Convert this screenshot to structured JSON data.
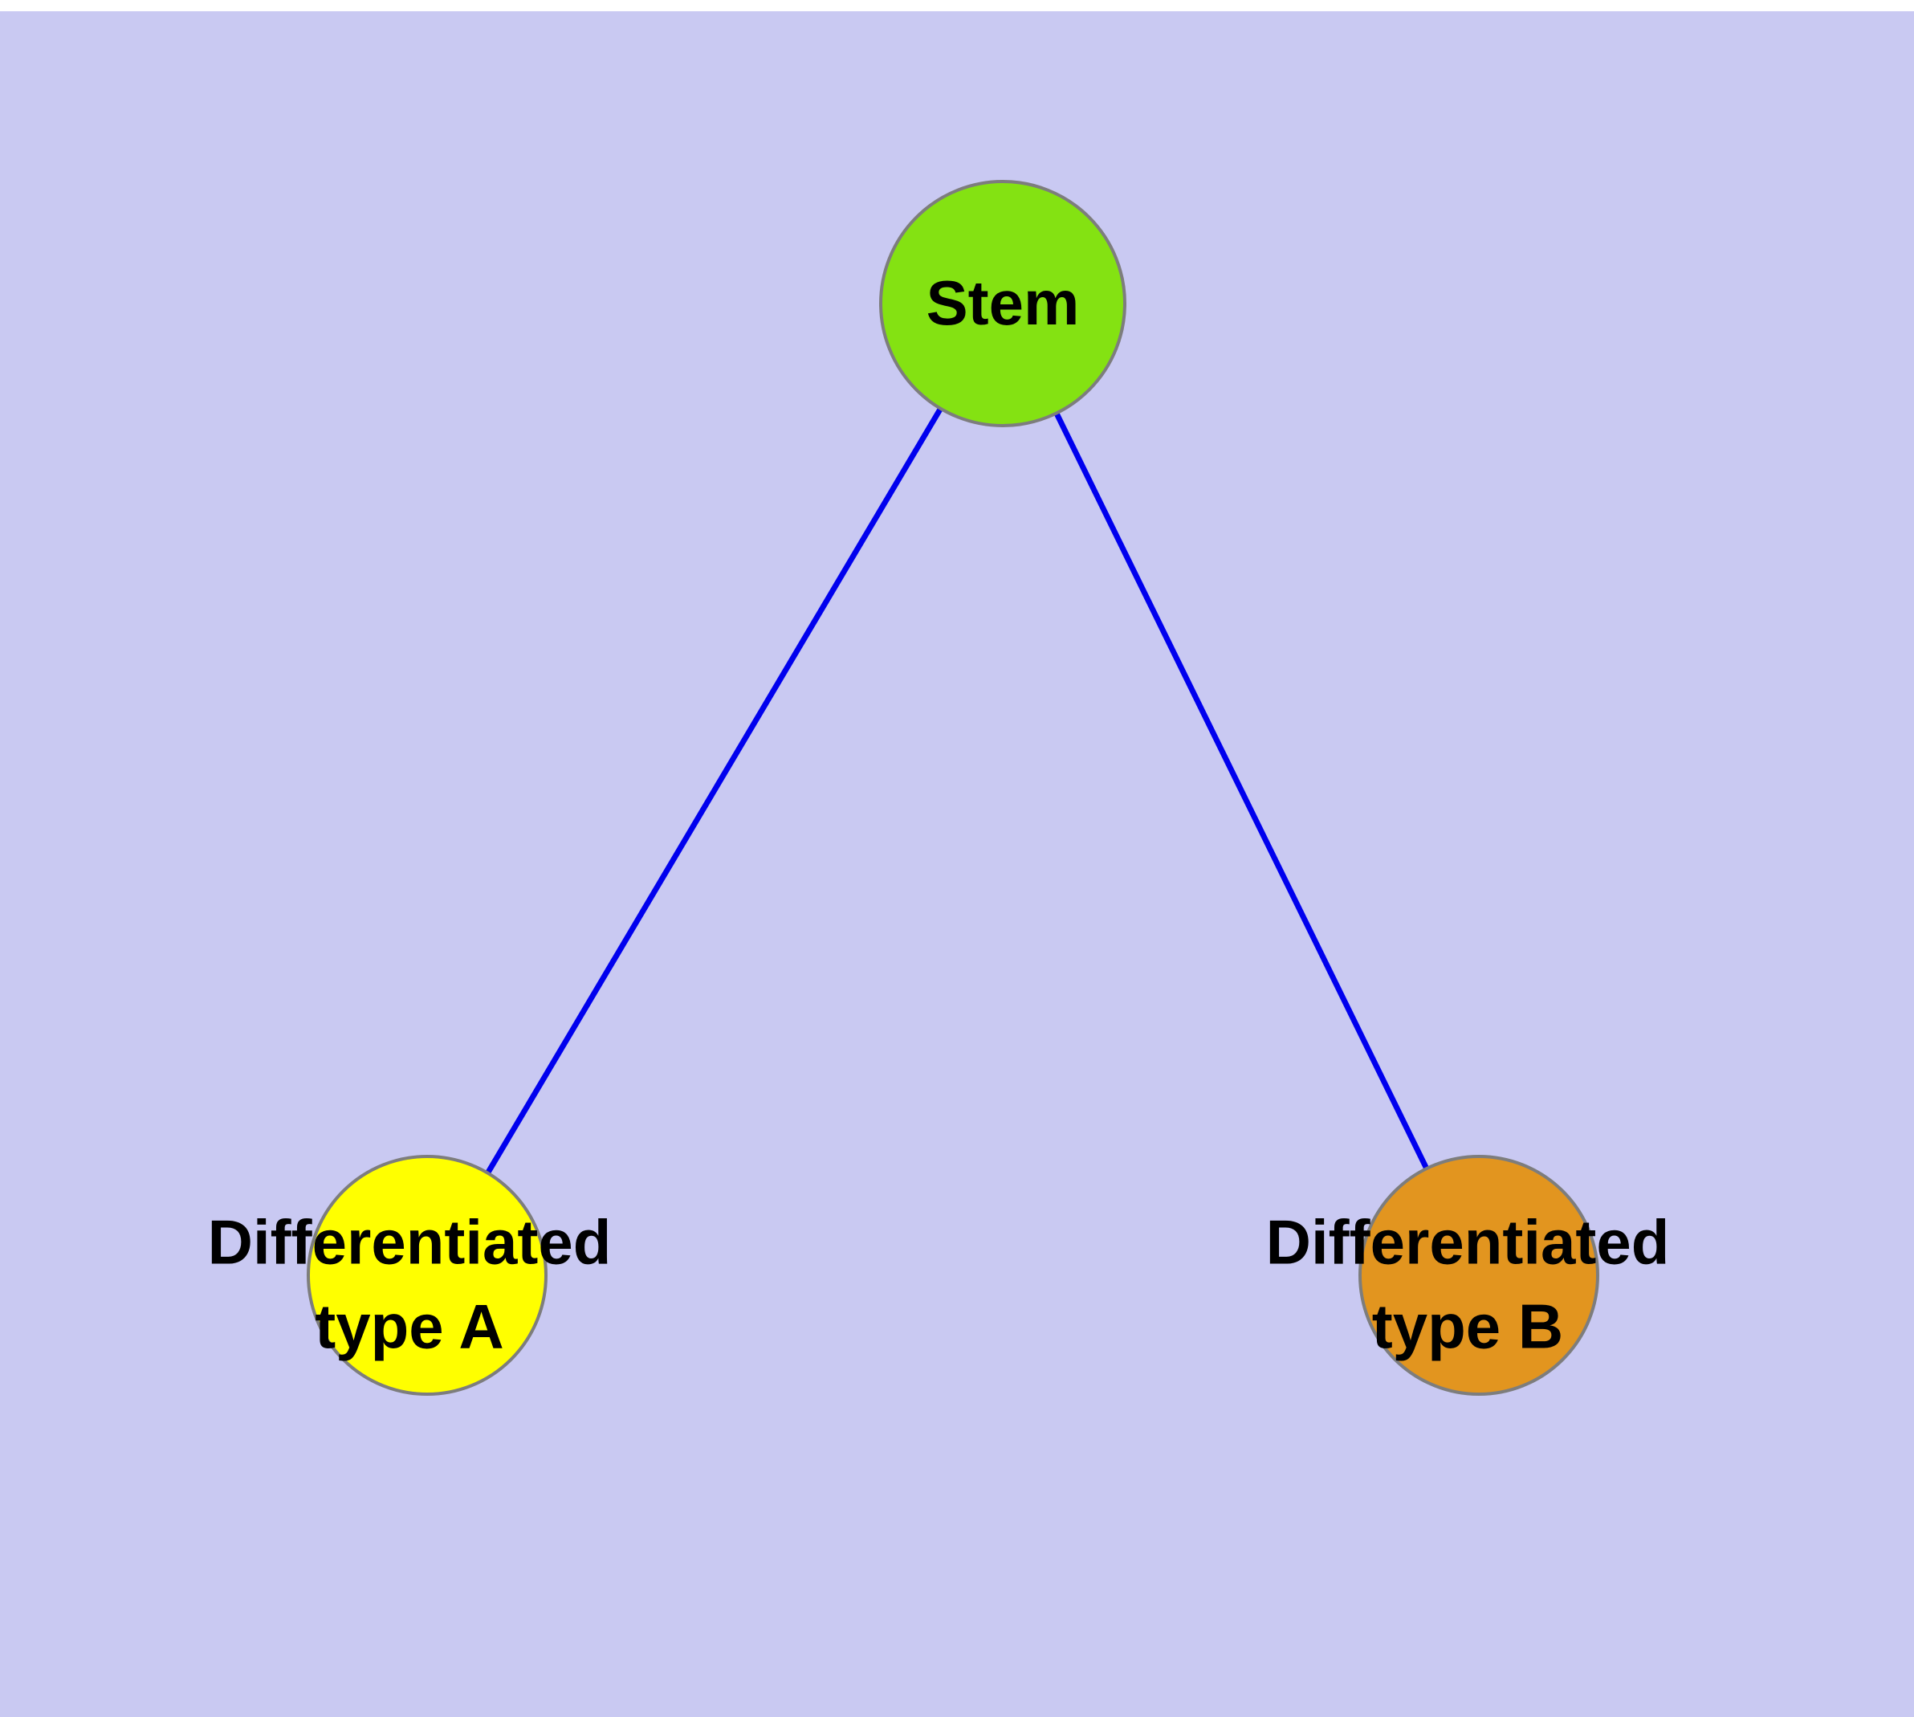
{
  "diagram": {
    "title": "",
    "background_color": "#c9c9f2",
    "edge_color": "#0000ee",
    "node_border_color": "#7d7d7d",
    "nodes": [
      {
        "id": "stem",
        "label": "Stem",
        "color": "#84e212"
      },
      {
        "id": "type-a",
        "label_line1": "Differentiated",
        "label_line2": "type A",
        "color": "#ffff00"
      },
      {
        "id": "type-b",
        "label_line1": "Differentiated",
        "label_line2": "type B",
        "color": "#e2951f"
      }
    ],
    "edges": [
      {
        "from": "stem",
        "to": "type-a"
      },
      {
        "from": "stem",
        "to": "type-b"
      }
    ]
  }
}
